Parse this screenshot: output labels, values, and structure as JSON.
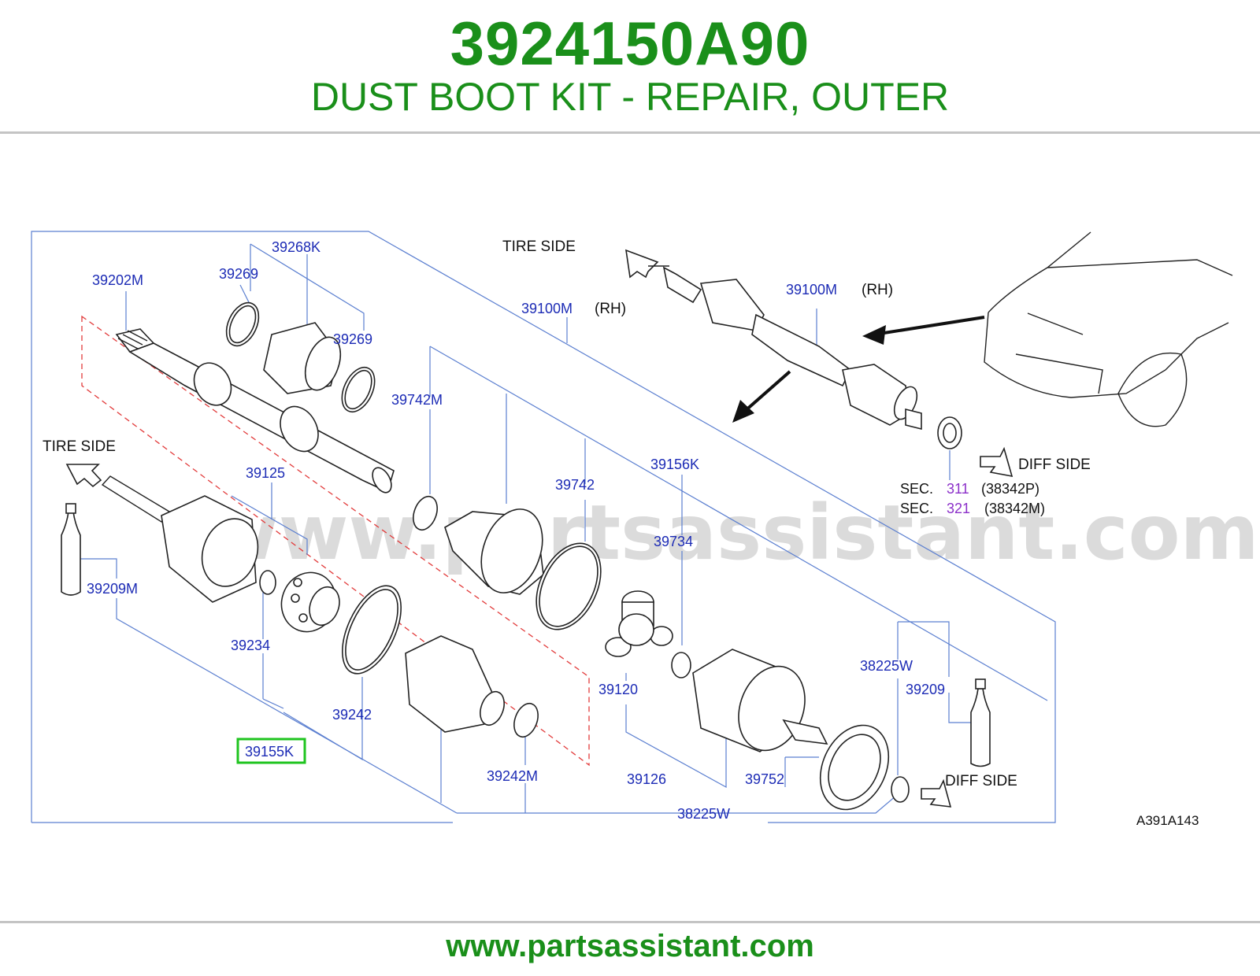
{
  "header": {
    "part_number": "3924150A90",
    "part_name": "DUST BOOT KIT - REPAIR, OUTER"
  },
  "footer": {
    "url": "www.partsassistant.com"
  },
  "diagram": {
    "watermark": "www.partsassistant.com",
    "diagram_code": "A391A143",
    "labels": {
      "tire_side_top": "TIRE  SIDE",
      "tire_side_left": "TIRE  SIDE",
      "diff_side_top": "DIFF  SIDE",
      "diff_side_bottom": "DIFF  SIDE",
      "rh_1": "(RH)",
      "rh_2": "(RH)"
    },
    "callouts": {
      "c39268K": "39268K",
      "c39269a": "39269",
      "c39202M": "39202M",
      "c39269b": "39269",
      "c39100M_a": "39100M",
      "c39100M_b": "39100M",
      "c39742M": "39742M",
      "c39125": "39125",
      "c39742": "39742",
      "c39156K": "39156K",
      "c39734": "39734",
      "c39209M": "39209M",
      "c39234": "39234",
      "c39242": "39242",
      "c39155K": "39155K",
      "c39242M": "39242M",
      "c39120": "39120",
      "c39126": "39126",
      "c39752": "39752",
      "c38225W_a": "38225W",
      "c38225W_b": "38225W",
      "c39209": "39209"
    },
    "sections": [
      {
        "prefix": "SEC.",
        "number": "311",
        "code": "(38342P)"
      },
      {
        "prefix": "SEC.",
        "number": "321",
        "code": "(38342M)"
      }
    ],
    "highlighted_callout": "39155K",
    "highlight_color": "#1fc41f"
  }
}
